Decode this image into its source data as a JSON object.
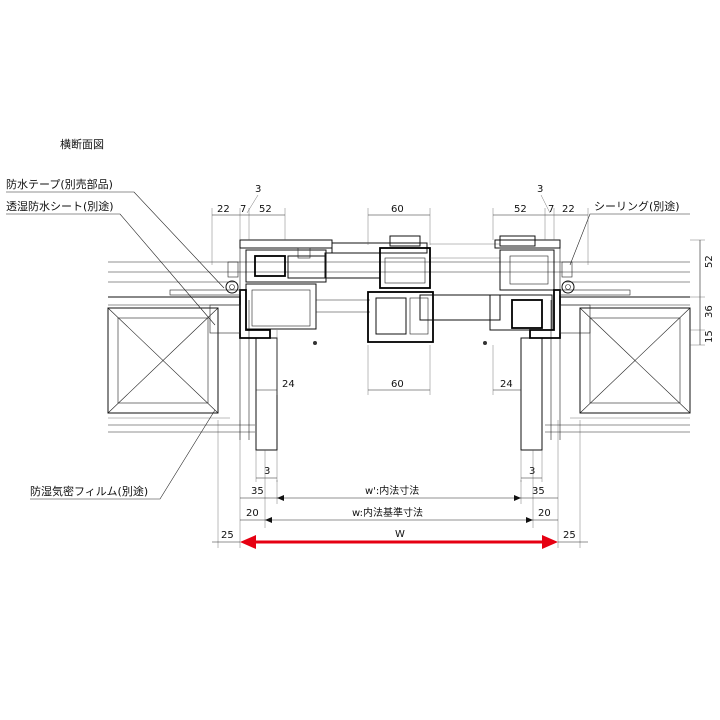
{
  "title": "横断面図",
  "labels": {
    "waterproof_tape": "防水テープ(別売部品)",
    "permeable_sheet": "透湿防水シート(別途)",
    "sealing": "シーリング(別途)",
    "vapor_film": "防湿気密フィルム(別途)"
  },
  "dims": {
    "top_left": [
      "22",
      "7",
      "52",
      "3"
    ],
    "top_center": "60",
    "top_right": [
      "52",
      "7",
      "22",
      "3"
    ],
    "right_side": [
      "52",
      "36",
      "15"
    ],
    "mid_left": "24",
    "mid_center": "60",
    "mid_right": "24",
    "low_left": "3",
    "low_right": "3",
    "row35_left": "35",
    "row35_right": "35",
    "row35_text": "w':内法寸法",
    "row20_left": "20",
    "row20_right": "20",
    "row20_text": "w:内法基準寸法",
    "row25_left": "25",
    "row25_right": "25",
    "row25_text": "W"
  },
  "colors": {
    "accent_arrow": "#e60012",
    "line": "#111111"
  }
}
